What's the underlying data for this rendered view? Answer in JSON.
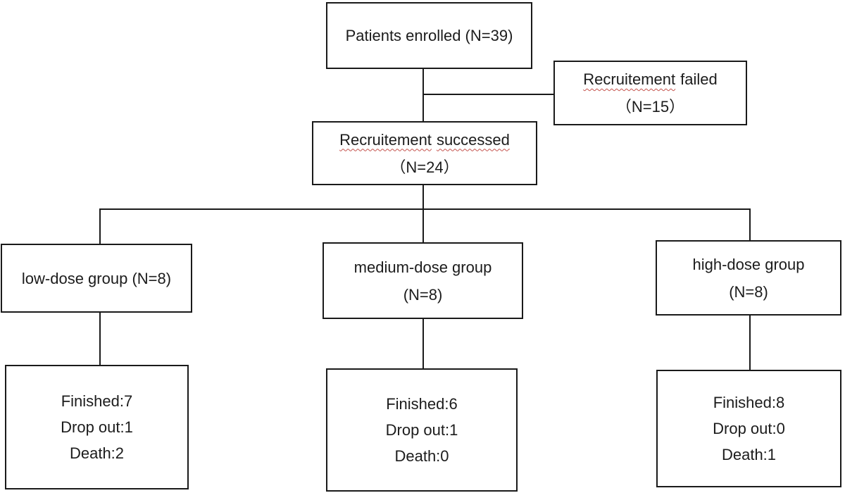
{
  "diagram": {
    "type": "flowchart",
    "background_color": "#ffffff",
    "line_color": "#1a1a1a",
    "text_color": "#1c1c1c",
    "spellcheck_underline_color": "#c4524c",
    "nodes": {
      "patients_enrolled": {
        "label": "Patients enrolled (N=39)"
      },
      "recruitment_failed": {
        "misspelled": "Recruitement",
        "rest": "failed",
        "count": "（N=15）"
      },
      "recruitment_successed": {
        "misspelled_a": "Recruitement",
        "misspelled_b": "successed",
        "count": "（N=24）"
      },
      "groups": [
        {
          "label": "low-dose group (N=8)"
        },
        {
          "label": "medium-dose group",
          "count": "(N=8)"
        },
        {
          "label": "high-dose group",
          "count": "(N=8)"
        }
      ],
      "outcomes": [
        {
          "finished": "Finished:7",
          "drop_out": "Drop out:1",
          "death": "Death:2"
        },
        {
          "finished": "Finished:6",
          "drop_out": "Drop out:1",
          "death": "Death:0"
        },
        {
          "finished": "Finished:8",
          "drop_out": "Drop out:0",
          "death": "Death:1"
        }
      ]
    }
  }
}
